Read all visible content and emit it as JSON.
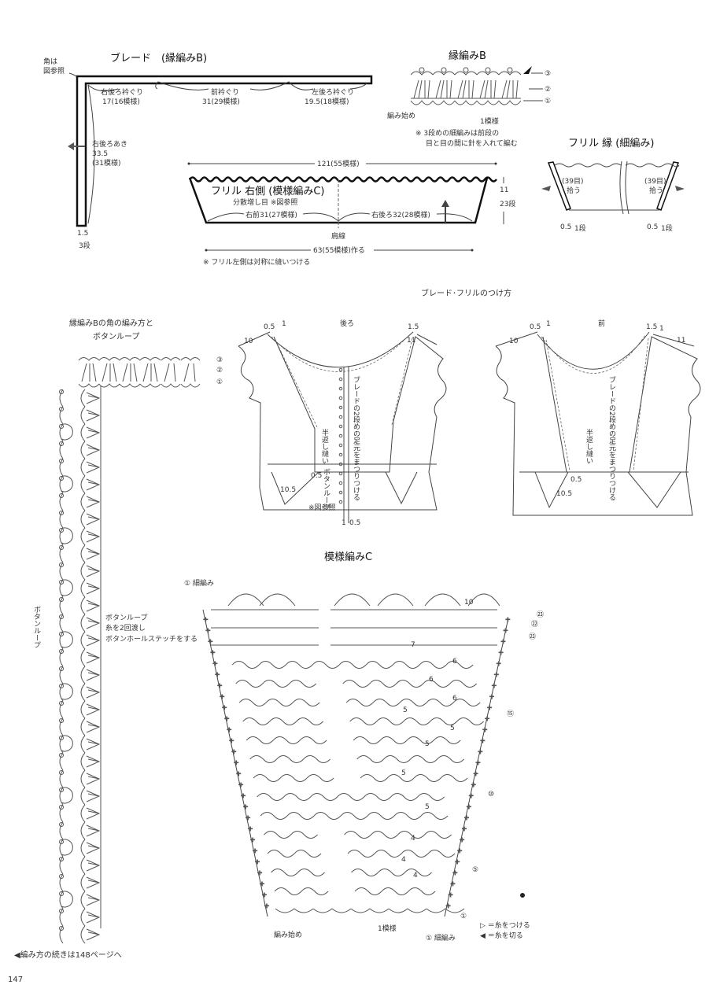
{
  "braid": {
    "title": "ブレード　(縁編みB)",
    "corner_note": [
      "角は",
      "図参照"
    ],
    "segments": [
      {
        "label": "右後ろ衿ぐり",
        "value": "17(16模様)"
      },
      {
        "label": "前衿ぐり",
        "value": "31(29模様)"
      },
      {
        "label": "左後ろ衿ぐり",
        "value": "19.5(18模様)"
      }
    ],
    "opening": {
      "label": "右後ろあき",
      "value": "33.5",
      "pattern": "(31模様)"
    },
    "width": "1.5",
    "rows": "3段"
  },
  "frill_right": {
    "top_width": "121(55模様)",
    "title": "フリル 右側 (模様編みC)",
    "note": "分散増し目 ※図参照",
    "front": "右前31(27模様)",
    "back": "右後ろ32(28模様)",
    "shoulder": "肩線",
    "cast_on": "63(55模様)作る",
    "height": "11",
    "rows": "23段",
    "footnote": "※ フリル左側は対称に縫いつける"
  },
  "edging_b": {
    "title": "縁編みB",
    "rows": [
      "③",
      "②",
      "①"
    ],
    "start": "編み始め",
    "repeat": "1模様",
    "note": [
      "※ 3段めの細編みは前段の",
      "目と目の間に針を入れて編む"
    ]
  },
  "frill_edge": {
    "title": "フリル 縁 (細編み)",
    "pickup": [
      "(39目)",
      "拾う"
    ],
    "width": "0.5",
    "rows": "1段"
  },
  "attach": {
    "title": "ブレード･フリルのつけ方",
    "back": {
      "label": "後ろ",
      "dims": [
        "0.5",
        "1",
        "1.5",
        "10",
        "11",
        "0.5",
        "10.5",
        "1",
        "0.5"
      ],
      "braid_note": "ブレードの2段めの足元をまつりつける",
      "backstitch": "半返し縫い",
      "button_loop": "ボタンループ",
      "ref": "※図参照"
    },
    "front": {
      "label": "前",
      "dims": [
        "0.5",
        "1",
        "1.5",
        "1",
        "10",
        "11",
        "0.5",
        "10.5"
      ],
      "braid_note": "ブレードの2段めの足元をまつりつける",
      "backstitch": "半返し縫い"
    }
  },
  "corner": {
    "title": [
      "縁編みBの角の編み方と",
      "ボタンループ"
    ],
    "rows": [
      "③",
      "②",
      "①"
    ],
    "loop_label": "ボタンループ",
    "loop_note": [
      "ボタンループ",
      "糸を2回渡し",
      "ボタンホールステッチをする"
    ]
  },
  "pattern_c": {
    "title": "模様編みC",
    "top_label": "① 細編み",
    "row_marks": [
      "㉓",
      "㉒",
      "㉓",
      "⑮",
      "⑩",
      "⑤",
      "①"
    ],
    "chain_counts": [
      "10",
      "7",
      "6",
      "6",
      "6",
      "5",
      "5",
      "5",
      "5",
      "5",
      "4",
      "4",
      "4"
    ],
    "start": "編み始め",
    "repeat": "1模様",
    "bottom_label": "① 細編み"
  },
  "legend": {
    "attach": "▷ ＝糸をつける",
    "cut": "◀ ＝糸を切る"
  },
  "footer": {
    "continued": "◀編み方の続きは148ページへ",
    "page": "147"
  }
}
